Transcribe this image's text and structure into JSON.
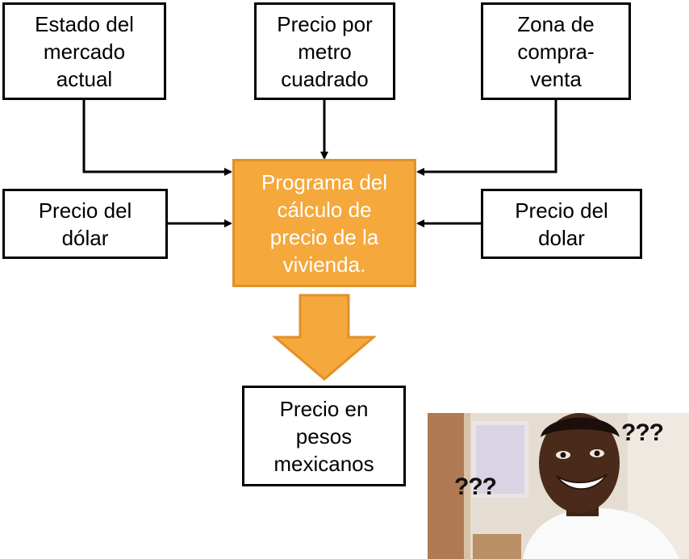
{
  "nodes": {
    "estado": "Estado del\nmercado\nactual",
    "precio_m2": "Precio por\nmetro\ncuadrado",
    "zona": "Zona de\ncompra-\nventa",
    "dolar_left": "Precio del\ndólar",
    "dolar_right": "Precio del\ndolar",
    "programa": "Programa del\ncálculo de\nprecio de la\nvivienda.",
    "output": "Precio en\npesos\nmexicanos"
  },
  "meme": {
    "left_marks": "???",
    "right_marks": "???"
  },
  "colors": {
    "center_fill": "#f5a83b",
    "center_border": "#e1902a",
    "arrow_fill": "#f5a83b",
    "line": "#000000"
  },
  "icons": {
    "meme": "confused-man-meme-image"
  }
}
